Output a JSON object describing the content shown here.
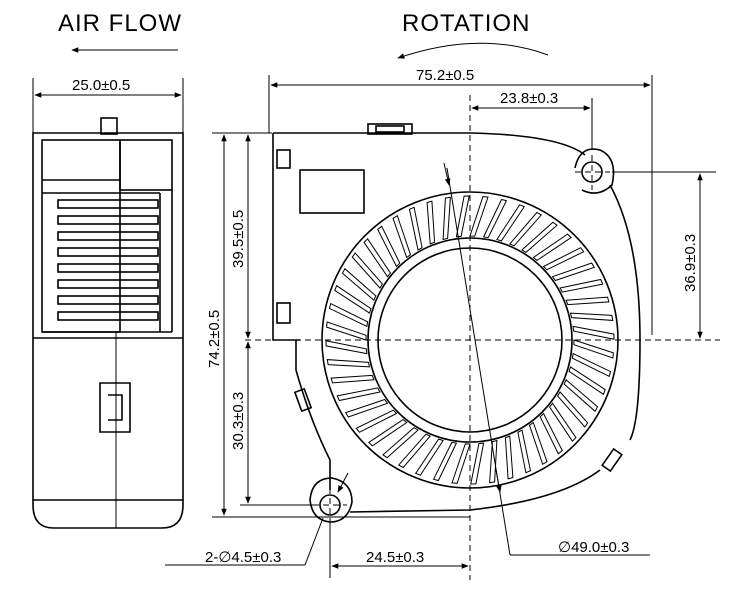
{
  "headings": {
    "air_flow": "AIR FLOW",
    "rotation": "ROTATION"
  },
  "dimensions": {
    "side_width": "25.0±0.5",
    "overall_width": "75.2±0.5",
    "hole_offset_top": "23.8±0.3",
    "upper_height": "39.5±0.5",
    "overall_height": "74.2±0.5",
    "lower_height": "30.3±0.3",
    "hole_offset_right": "36.9±0.3",
    "mount_holes": "2-∅4.5±0.3",
    "hole_offset_bottom": "24.5±0.3",
    "rotor_diameter": "∅49.0±0.3"
  },
  "colors": {
    "line": "#000000",
    "background": "#ffffff"
  }
}
